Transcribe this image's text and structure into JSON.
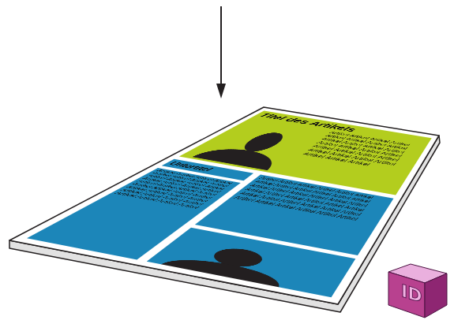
{
  "diagram": {
    "nodes": [
      {
        "text": [
          "Titel des Artikels",
          "Artikel Artikel Artikel Artikel Artikel Artikel Artikel Artikel Artikel Artikel Artikel Artikel Artikel Artikel Artikel Artikel Artikel Artikel Artikel Artikel Artikel Artikel Artikel Artikel Artikel Artikel Artikel"
        ]
      },
      {
        "text": [
          "Untertitel"
        ]
      },
      {
        "text": [
          "Artikel Artikel Artikel Artikel Artikel Artikel Artikel Artikel Artikel Artikel Artikel Artikel Artikel Artikel Artikel Artikel Artikel Artikel Artikel Artikel Artikel Artikel Artikel Artikel Artikel Artikel Artikel Artikel Artikel Artikel Artikel Artikel Artikel Artikel Artikel Artikel"
        ]
      },
      {
        "text": [
          "Artikel Artikel Artikel Artikel Artikel Artikel Artikel Artikel Artikel Artikel Artikel Artikel Artikel Artikel Artikel Artikel Artikel Artikel Artikel Artikel Artikel Artikel Artikel Artikel Artikel Artikel Artikel Artikel Artikel Artikel Artikel Artikel Artikel Artikel Artikel Artikel"
        ]
      },
      {
        "text": [
          "ID"
        ]
      }
    ]
  }
}
